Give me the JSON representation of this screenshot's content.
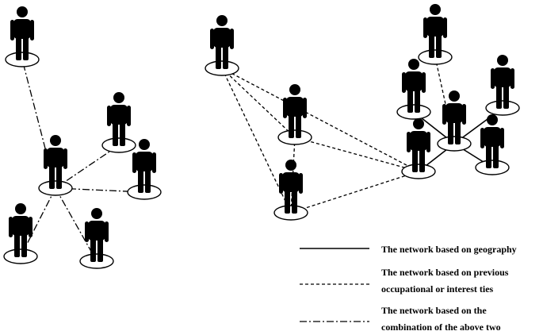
{
  "colors": {
    "ink": "#000000",
    "background": "#ffffff"
  },
  "line_styles": {
    "geography": "solid",
    "occupational": "dashed",
    "combination": "dash-dot"
  },
  "left_network": {
    "hub": "L-hub",
    "people": [
      "L-top",
      "L-hub",
      "L-right-upper",
      "L-right-lower",
      "L-bottom-left",
      "L-bottom-right"
    ],
    "links": [
      {
        "from": "L-hub",
        "to": "L-top",
        "type": "combination"
      },
      {
        "from": "L-hub",
        "to": "L-right-upper",
        "type": "combination"
      },
      {
        "from": "L-hub",
        "to": "L-right-lower",
        "type": "combination"
      },
      {
        "from": "L-hub",
        "to": "L-bottom-left",
        "type": "combination"
      },
      {
        "from": "L-hub",
        "to": "L-bottom-right",
        "type": "combination"
      }
    ]
  },
  "right_network": {
    "people": [
      "R-top",
      "R-mid",
      "R-low",
      "R-cluster-top",
      "R-cluster-left",
      "R-cluster-right",
      "R-cluster-center",
      "R-cluster-front",
      "R-cluster-far-right"
    ],
    "links": [
      {
        "from": "R-top",
        "to": "R-mid",
        "type": "occupational"
      },
      {
        "from": "R-top",
        "to": "R-low",
        "type": "occupational"
      },
      {
        "from": "R-mid",
        "to": "R-low",
        "type": "occupational"
      },
      {
        "from": "R-top",
        "to": "R-cluster-front",
        "type": "occupational"
      },
      {
        "from": "R-mid",
        "to": "R-cluster-front",
        "type": "occupational"
      },
      {
        "from": "R-low",
        "to": "R-cluster-front",
        "type": "occupational"
      },
      {
        "from": "R-cluster-top",
        "to": "R-cluster-center",
        "type": "occupational"
      },
      {
        "from": "R-cluster-left",
        "to": "R-cluster-center",
        "type": "geography"
      },
      {
        "from": "R-cluster-front",
        "to": "R-cluster-center",
        "type": "geography"
      },
      {
        "from": "R-cluster-right",
        "to": "R-cluster-center",
        "type": "geography"
      },
      {
        "from": "R-cluster-far-right",
        "to": "R-cluster-center",
        "type": "geography"
      }
    ]
  },
  "legend": {
    "items": [
      {
        "style": "geography",
        "lines": [
          "The network based on geography"
        ]
      },
      {
        "style": "occupational",
        "lines": [
          "The network based on previous",
          "occupational or interest ties"
        ]
      },
      {
        "style": "combination",
        "lines": [
          "The network based on the",
          "combination of the above two"
        ]
      }
    ]
  }
}
